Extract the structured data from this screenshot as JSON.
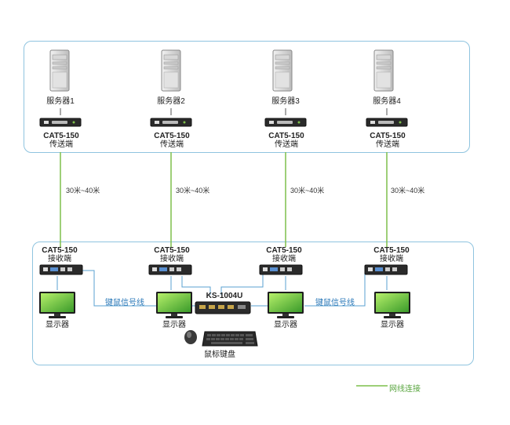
{
  "servers": [
    {
      "label": "服务器1"
    },
    {
      "label": "服务器2"
    },
    {
      "label": "服务器3"
    },
    {
      "label": "服务器4"
    }
  ],
  "transmitter": {
    "model": "CAT5-150",
    "role": "传送端"
  },
  "receiver": {
    "model": "CAT5-150",
    "role": "接收端"
  },
  "distance_label": "30米~40米",
  "monitor_label": "显示器",
  "kvm_switch_label": "KS-1004U",
  "kvm_cable_label": "键鼠信号线",
  "mouse_keyboard_label": "鼠标键盘",
  "legend": {
    "label": "网线连接",
    "color": "#7dbf4a"
  },
  "colors": {
    "box_border": "#8fc4df",
    "network_line": "#7dbf4a",
    "signal_line": "#5aa0d0"
  }
}
